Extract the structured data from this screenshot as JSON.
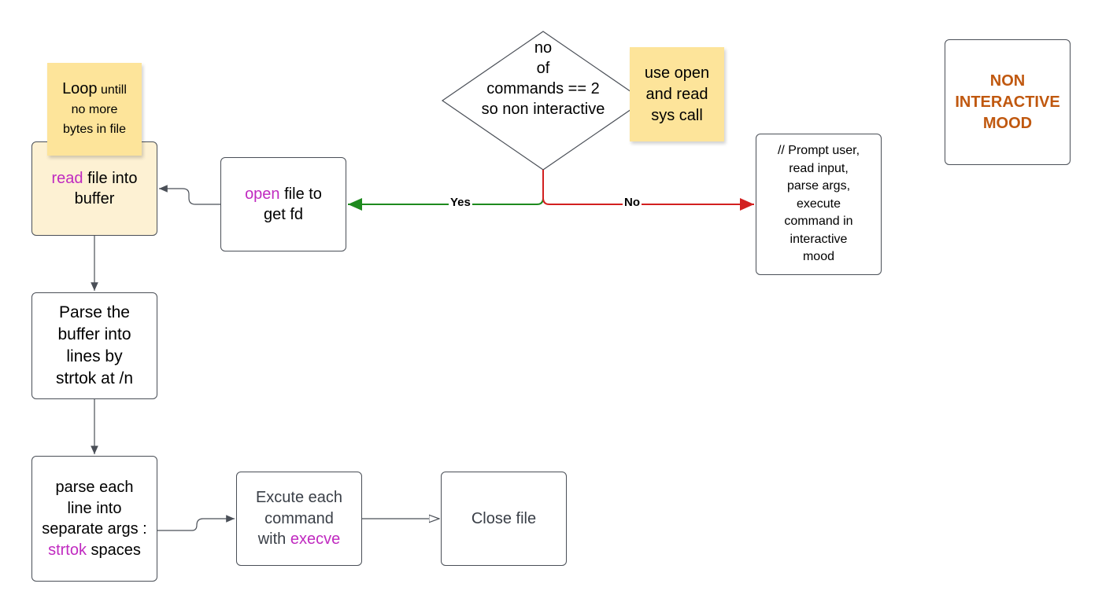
{
  "diagram": {
    "decision": {
      "line1": "no",
      "line2": "of",
      "line3": "commands == 2",
      "line4": "so non interactive"
    },
    "note_syscall": {
      "line1": "use open",
      "line2": "and read",
      "line3": "sys call"
    },
    "note_loop": {
      "word1": "Loop",
      "rest1": " untill",
      "line2": "no more",
      "line3": "bytes in file"
    },
    "title_box": {
      "line1": "NON",
      "line2": "INTERACTIVE",
      "line3": "MOOD"
    },
    "interactive_box": {
      "line1": "// Prompt user,",
      "line2": "read input,",
      "line3": "parse args,",
      "line4": "execute",
      "line5": "command in",
      "line6": "interactive",
      "line7": "mood"
    },
    "open_box": {
      "keyword": "open",
      "rest1": " file to",
      "line2": "get fd"
    },
    "read_box": {
      "keyword": "read",
      "rest1": " file into",
      "line2": "buffer"
    },
    "parse_lines_box": {
      "line1": "Parse the",
      "line2": "buffer into",
      "line3": "lines by",
      "line4": "strtok at /n"
    },
    "parse_args_box": {
      "line1": "parse each",
      "line2": "line into",
      "line3": "separate args :",
      "keyword": "strtok",
      "rest4": " spaces"
    },
    "execute_box": {
      "line1": "Excute each",
      "line2": "command",
      "prefix3": "with ",
      "keyword": "execve"
    },
    "close_box": {
      "label": "Close file"
    },
    "edges": {
      "yes_label": "Yes",
      "no_label": "No"
    },
    "colors": {
      "yes_edge": "#1e8a1e",
      "no_edge": "#d22020",
      "keyword": "#c02ac0",
      "title": "#c0580f",
      "sticky": "#fde49a",
      "read_fill": "#fdf1d3"
    }
  }
}
